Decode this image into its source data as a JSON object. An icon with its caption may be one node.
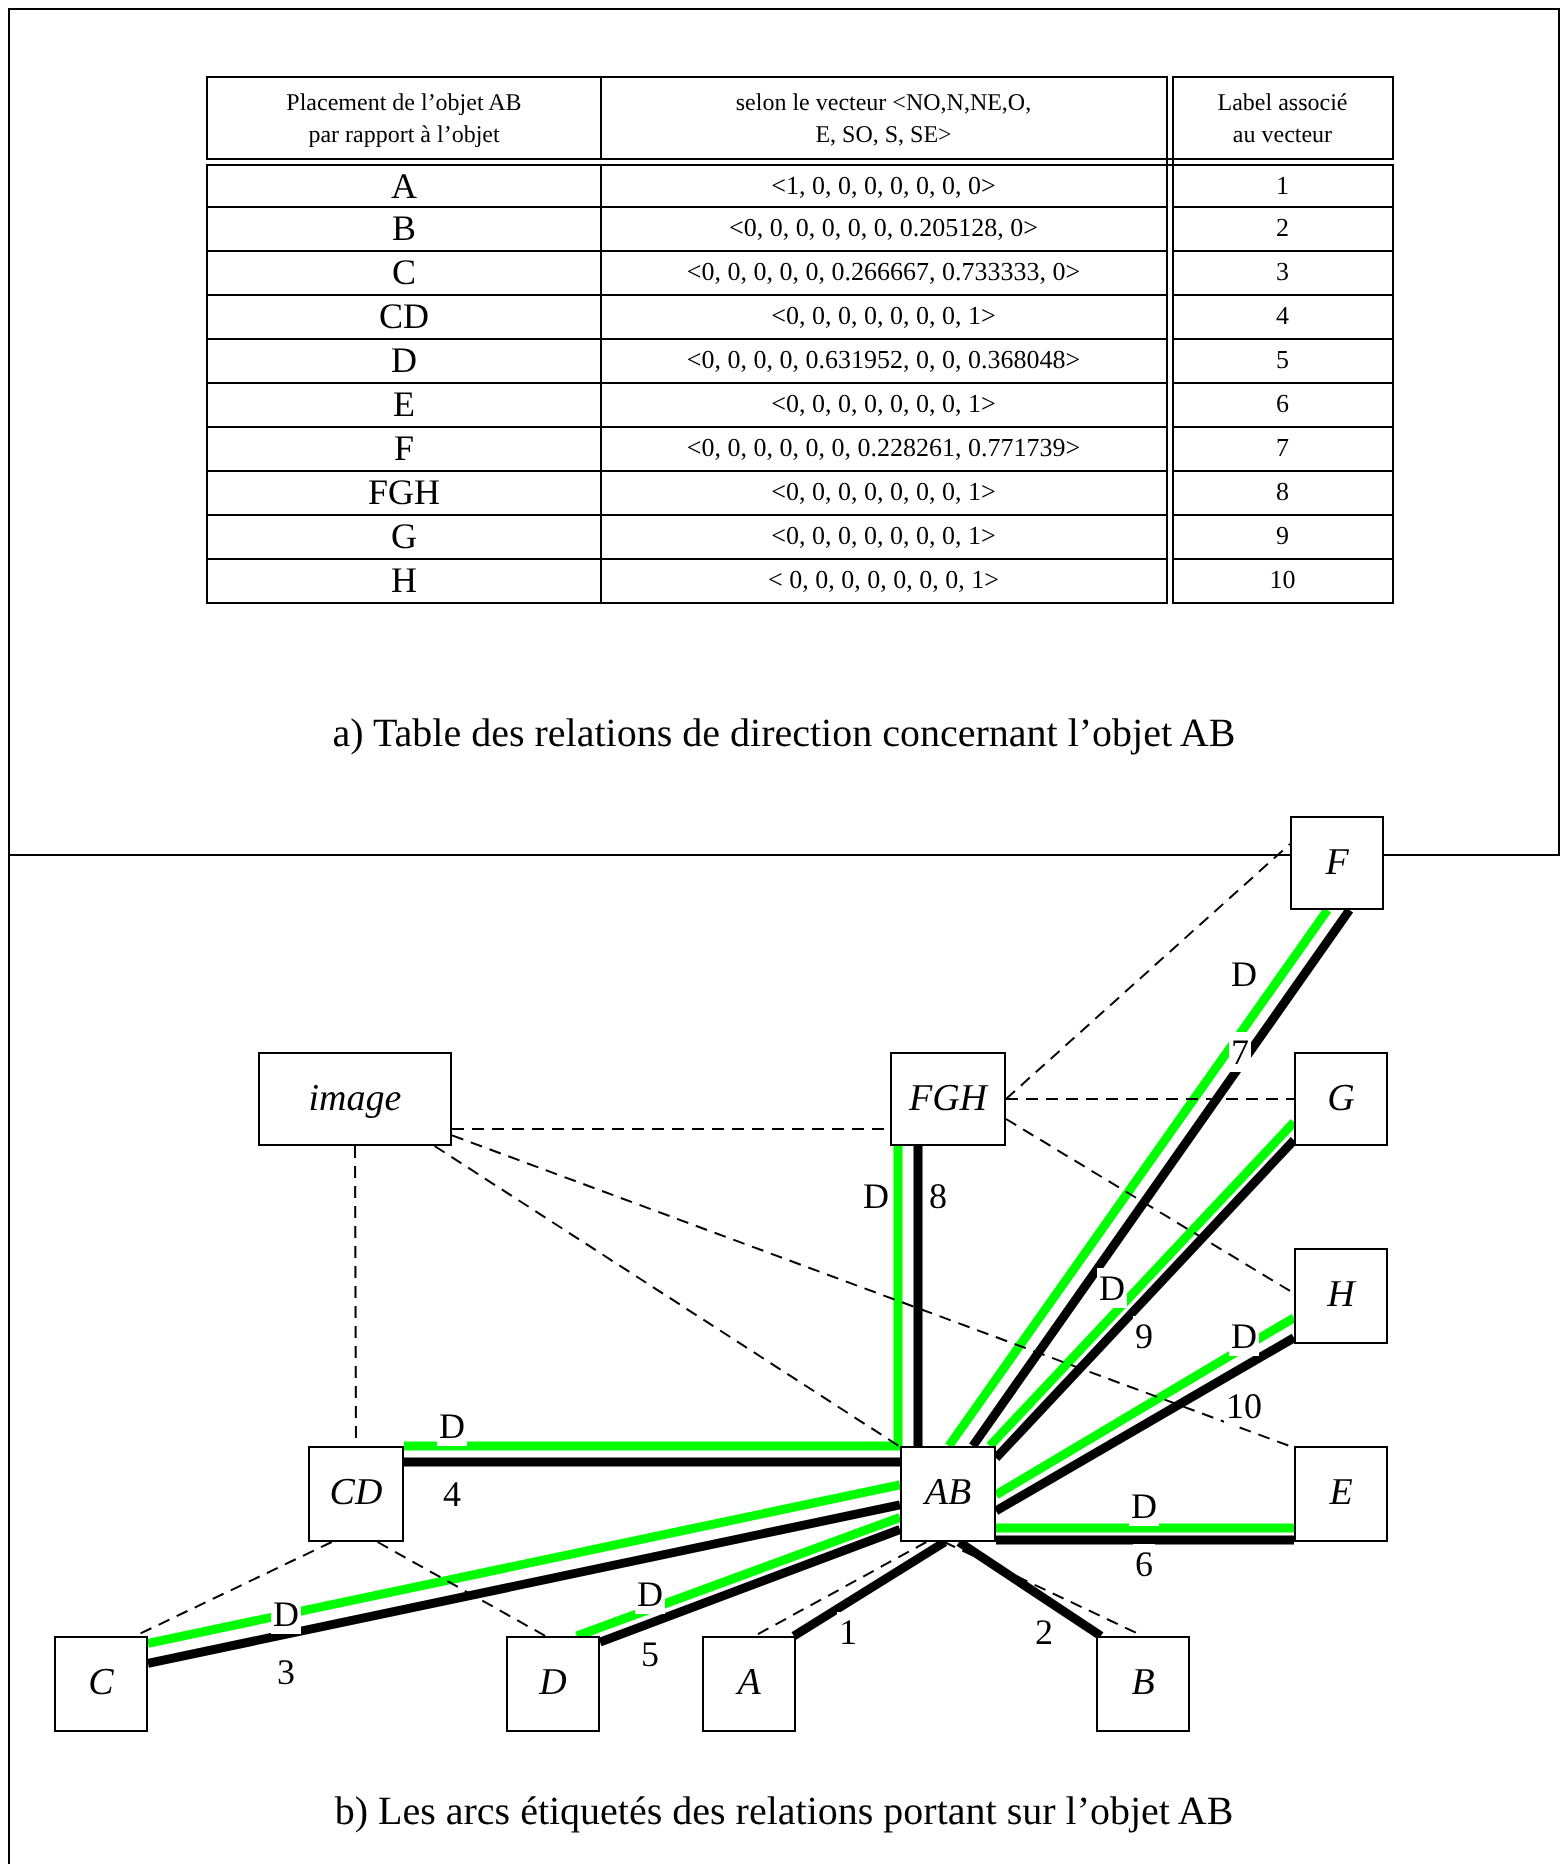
{
  "diagram": {
    "nodes": [
      {
        "text": [
          "F"
        ]
      },
      {
        "text": [
          "image"
        ]
      },
      {
        "text": [
          "FGH"
        ]
      },
      {
        "text": [
          "G"
        ]
      },
      {
        "text": [
          "H"
        ]
      },
      {
        "text": [
          "CD"
        ]
      },
      {
        "text": [
          "AB"
        ]
      },
      {
        "text": [
          "E"
        ]
      },
      {
        "text": [
          "C"
        ]
      },
      {
        "text": [
          "D"
        ]
      },
      {
        "text": [
          "A"
        ]
      },
      {
        "text": [
          "B"
        ]
      }
    ],
    "edges": [
      {
        "from": 6,
        "to": 0,
        "arrow": "none",
        "label": "D",
        "color": "#00ff00"
      },
      {
        "from": 6,
        "to": 0,
        "arrow": "none",
        "label": "7"
      },
      {
        "from": 6,
        "to": 2,
        "arrow": "none",
        "label": "D",
        "color": "#00ff00"
      },
      {
        "from": 6,
        "to": 2,
        "arrow": "none",
        "label": "8"
      },
      {
        "from": 6,
        "to": 3,
        "arrow": "none",
        "label": "D",
        "color": "#00ff00"
      },
      {
        "from": 6,
        "to": 3,
        "arrow": "none",
        "label": "9"
      },
      {
        "from": 6,
        "to": 4,
        "arrow": "none",
        "label": "D",
        "color": "#00ff00"
      },
      {
        "from": 6,
        "to": 4,
        "arrow": "none",
        "label": "10"
      },
      {
        "from": 6,
        "to": 7,
        "arrow": "none",
        "label": "D",
        "color": "#00ff00"
      },
      {
        "from": 6,
        "to": 7,
        "arrow": "none",
        "label": "6"
      },
      {
        "from": 6,
        "to": 5,
        "arrow": "none",
        "label": "D",
        "color": "#00ff00"
      },
      {
        "from": 6,
        "to": 5,
        "arrow": "none",
        "label": "4"
      },
      {
        "from": 6,
        "to": 8,
        "arrow": "none",
        "label": "D",
        "color": "#00ff00"
      },
      {
        "from": 6,
        "to": 8,
        "arrow": "none",
        "label": "3"
      },
      {
        "from": 6,
        "to": 9,
        "arrow": "none",
        "label": "D",
        "color": "#00ff00"
      },
      {
        "from": 6,
        "to": 9,
        "arrow": "none",
        "label": "5"
      },
      {
        "from": 6,
        "to": 10,
        "arrow": "none",
        "label": "1"
      },
      {
        "from": 6,
        "to": 11,
        "arrow": "none",
        "label": "2"
      },
      {
        "from": 1,
        "to": 2,
        "arrow": "none",
        "style": "dashed"
      },
      {
        "from": 1,
        "to": 5,
        "arrow": "none",
        "style": "dashed"
      },
      {
        "from": 1,
        "to": 6,
        "arrow": "none",
        "style": "dashed"
      },
      {
        "from": 1,
        "to": 7,
        "arrow": "none",
        "style": "dashed"
      },
      {
        "from": 2,
        "to": 0,
        "arrow": "none",
        "style": "dashed"
      },
      {
        "from": 2,
        "to": 3,
        "arrow": "none",
        "style": "dashed"
      },
      {
        "from": 2,
        "to": 4,
        "arrow": "none",
        "style": "dashed"
      },
      {
        "from": 5,
        "to": 8,
        "arrow": "none",
        "style": "dashed"
      },
      {
        "from": 5,
        "to": 9,
        "arrow": "none",
        "style": "dashed"
      },
      {
        "from": 6,
        "to": 10,
        "arrow": "none",
        "style": "dashed"
      },
      {
        "from": 6,
        "to": 11,
        "arrow": "none",
        "style": "dashed"
      }
    ],
    "labels": [
      "Placement de l’objet AB par rapport à l’objet",
      "selon le vecteur <NO,N,NE,O, E, SO, S, SE>",
      "Label associé au vecteur",
      "A",
      "<1, 0, 0, 0, 0, 0, 0, 0>",
      "1",
      "B",
      "<0, 0, 0, 0, 0, 0, 0.205128, 0>",
      "2",
      "C",
      "<0, 0, 0, 0, 0, 0.266667, 0.733333, 0>",
      "3",
      "CD",
      "<0, 0, 0, 0, 0, 0, 0, 1>",
      "4",
      "D",
      "<0, 0, 0, 0, 0.631952, 0, 0, 0.368048>",
      "5",
      "E",
      "<0, 0, 0, 0, 0, 0, 0, 1>",
      "6",
      "F",
      "<0, 0, 0, 0, 0, 0, 0.228261, 0.771739>",
      "7",
      "FGH",
      "<0, 0, 0, 0, 0, 0, 0, 1>",
      "8",
      "G",
      "<0, 0, 0, 0, 0, 0, 0, 1>",
      "9",
      "H",
      "< 0, 0, 0, 0, 0, 0, 0, 1>",
      "10",
      "a) Table des relations de direction concernant l’objet AB",
      "b) Les arcs étiquetés des relations portant sur l’objet AB"
    ]
  }
}
